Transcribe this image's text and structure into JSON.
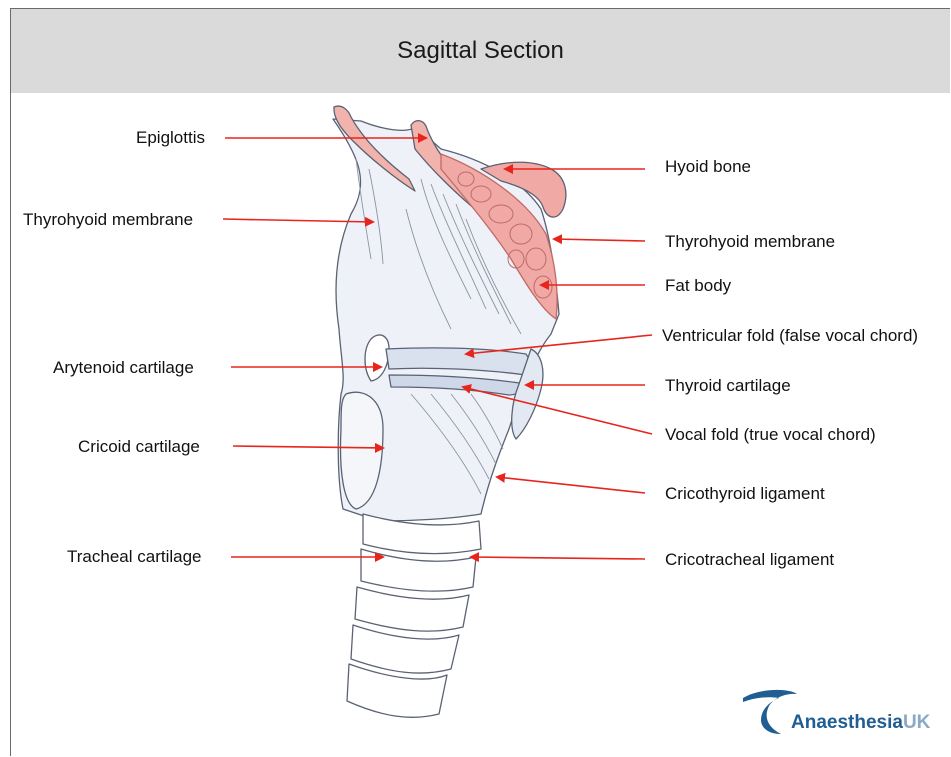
{
  "title": "Sagittal Section",
  "labels_left": [
    "Epiglottis",
    "Thyrohyoid membrane",
    "Arytenoid cartilage",
    "Cricoid cartilage",
    "Tracheal cartilage"
  ],
  "labels_right": [
    "Hyoid bone",
    "Thyrohyoid membrane",
    "Fat body",
    "Ventricular fold (false vocal chord)",
    "Thyroid cartilage",
    "Vocal fold (true vocal chord)",
    "Cricothyroid ligament",
    "Cricotracheal ligament"
  ],
  "brand": {
    "main": "Anaesthesia",
    "suffix": "UK"
  },
  "colors": {
    "arrow": "#e8251c",
    "header": "#dadada",
    "cartilage_blue": "#dfe6f0",
    "fat_pink": "#f0a9a4",
    "brand_blue": "#1f5d92",
    "brand_grey": "#8aa9c4"
  }
}
